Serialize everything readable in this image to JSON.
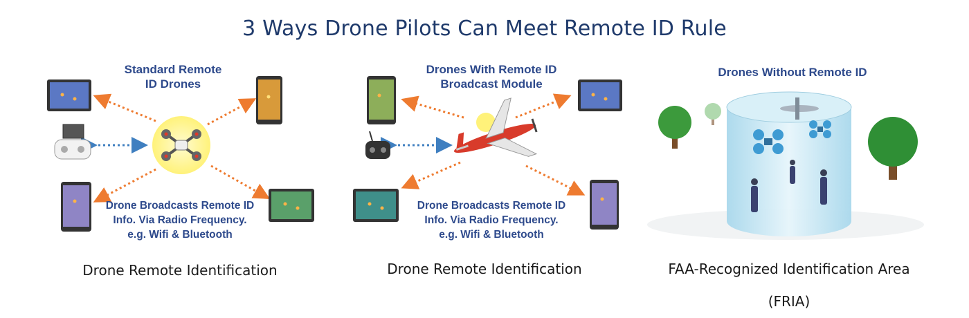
{
  "title": "3 Ways Drone Pilots Can Meet Remote ID Rule",
  "colors": {
    "title": "#1f3a6b",
    "heading": "#2e4a8c",
    "signal_arrow": "#ee7b30",
    "link_arrow": "#3f7fc0",
    "glow": "#fff27a",
    "fria_cylinder": "#bfe3f2"
  },
  "panels": [
    {
      "heading_lines": [
        "Standard Remote",
        "ID Drones"
      ],
      "note_lines": [
        "Drone Broadcasts Remote ID",
        "Info. Via Radio Frequency.",
        "e.g. Wifi & Bluetooth"
      ],
      "caption": "Drone Remote Identification",
      "icons": [
        "tablet-icon",
        "phone-icon",
        "controller-icon",
        "quadcopter-icon"
      ]
    },
    {
      "heading_lines": [
        "Drones With Remote ID",
        "Broadcast Module"
      ],
      "note_lines": [
        "Drone Broadcasts Remote ID",
        "Info. Via Radio Frequency.",
        "e.g. Wifi & Bluetooth"
      ],
      "caption": "Drone Remote Identification",
      "icons": [
        "tablet-icon",
        "phone-icon",
        "controller-icon",
        "airplane-icon"
      ]
    },
    {
      "heading_lines": [
        "Drones Without Remote ID"
      ],
      "caption_lines": [
        "FAA-Recognized Identification Area",
        "(FRIA)"
      ],
      "icons": [
        "tree-icon",
        "cylinder-area-icon",
        "quadcopter-icon",
        "airplane-icon",
        "pilot-icon"
      ]
    }
  ]
}
